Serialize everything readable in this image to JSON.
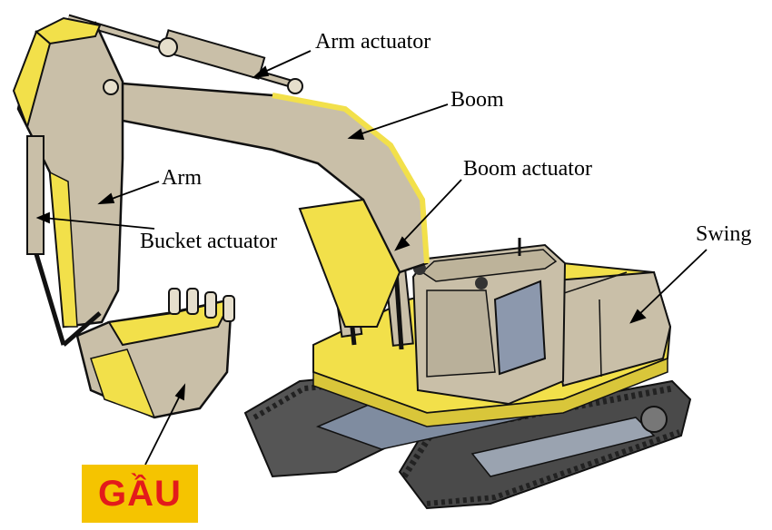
{
  "labels": {
    "arm_actuator": "Arm actuator",
    "boom": "Boom",
    "boom_actuator": "Boom actuator",
    "arm": "Arm",
    "bucket_actuator": "Bucket actuator",
    "swing": "Swing"
  },
  "callout": {
    "text": "GẦU",
    "box_color": "#f5c400",
    "text_color": "#e31b1b"
  },
  "colors": {
    "yellow": "#f2e04a",
    "gray": "#c9bfa8",
    "dark": "#2d2d2d",
    "track": "#3a3a3a"
  }
}
